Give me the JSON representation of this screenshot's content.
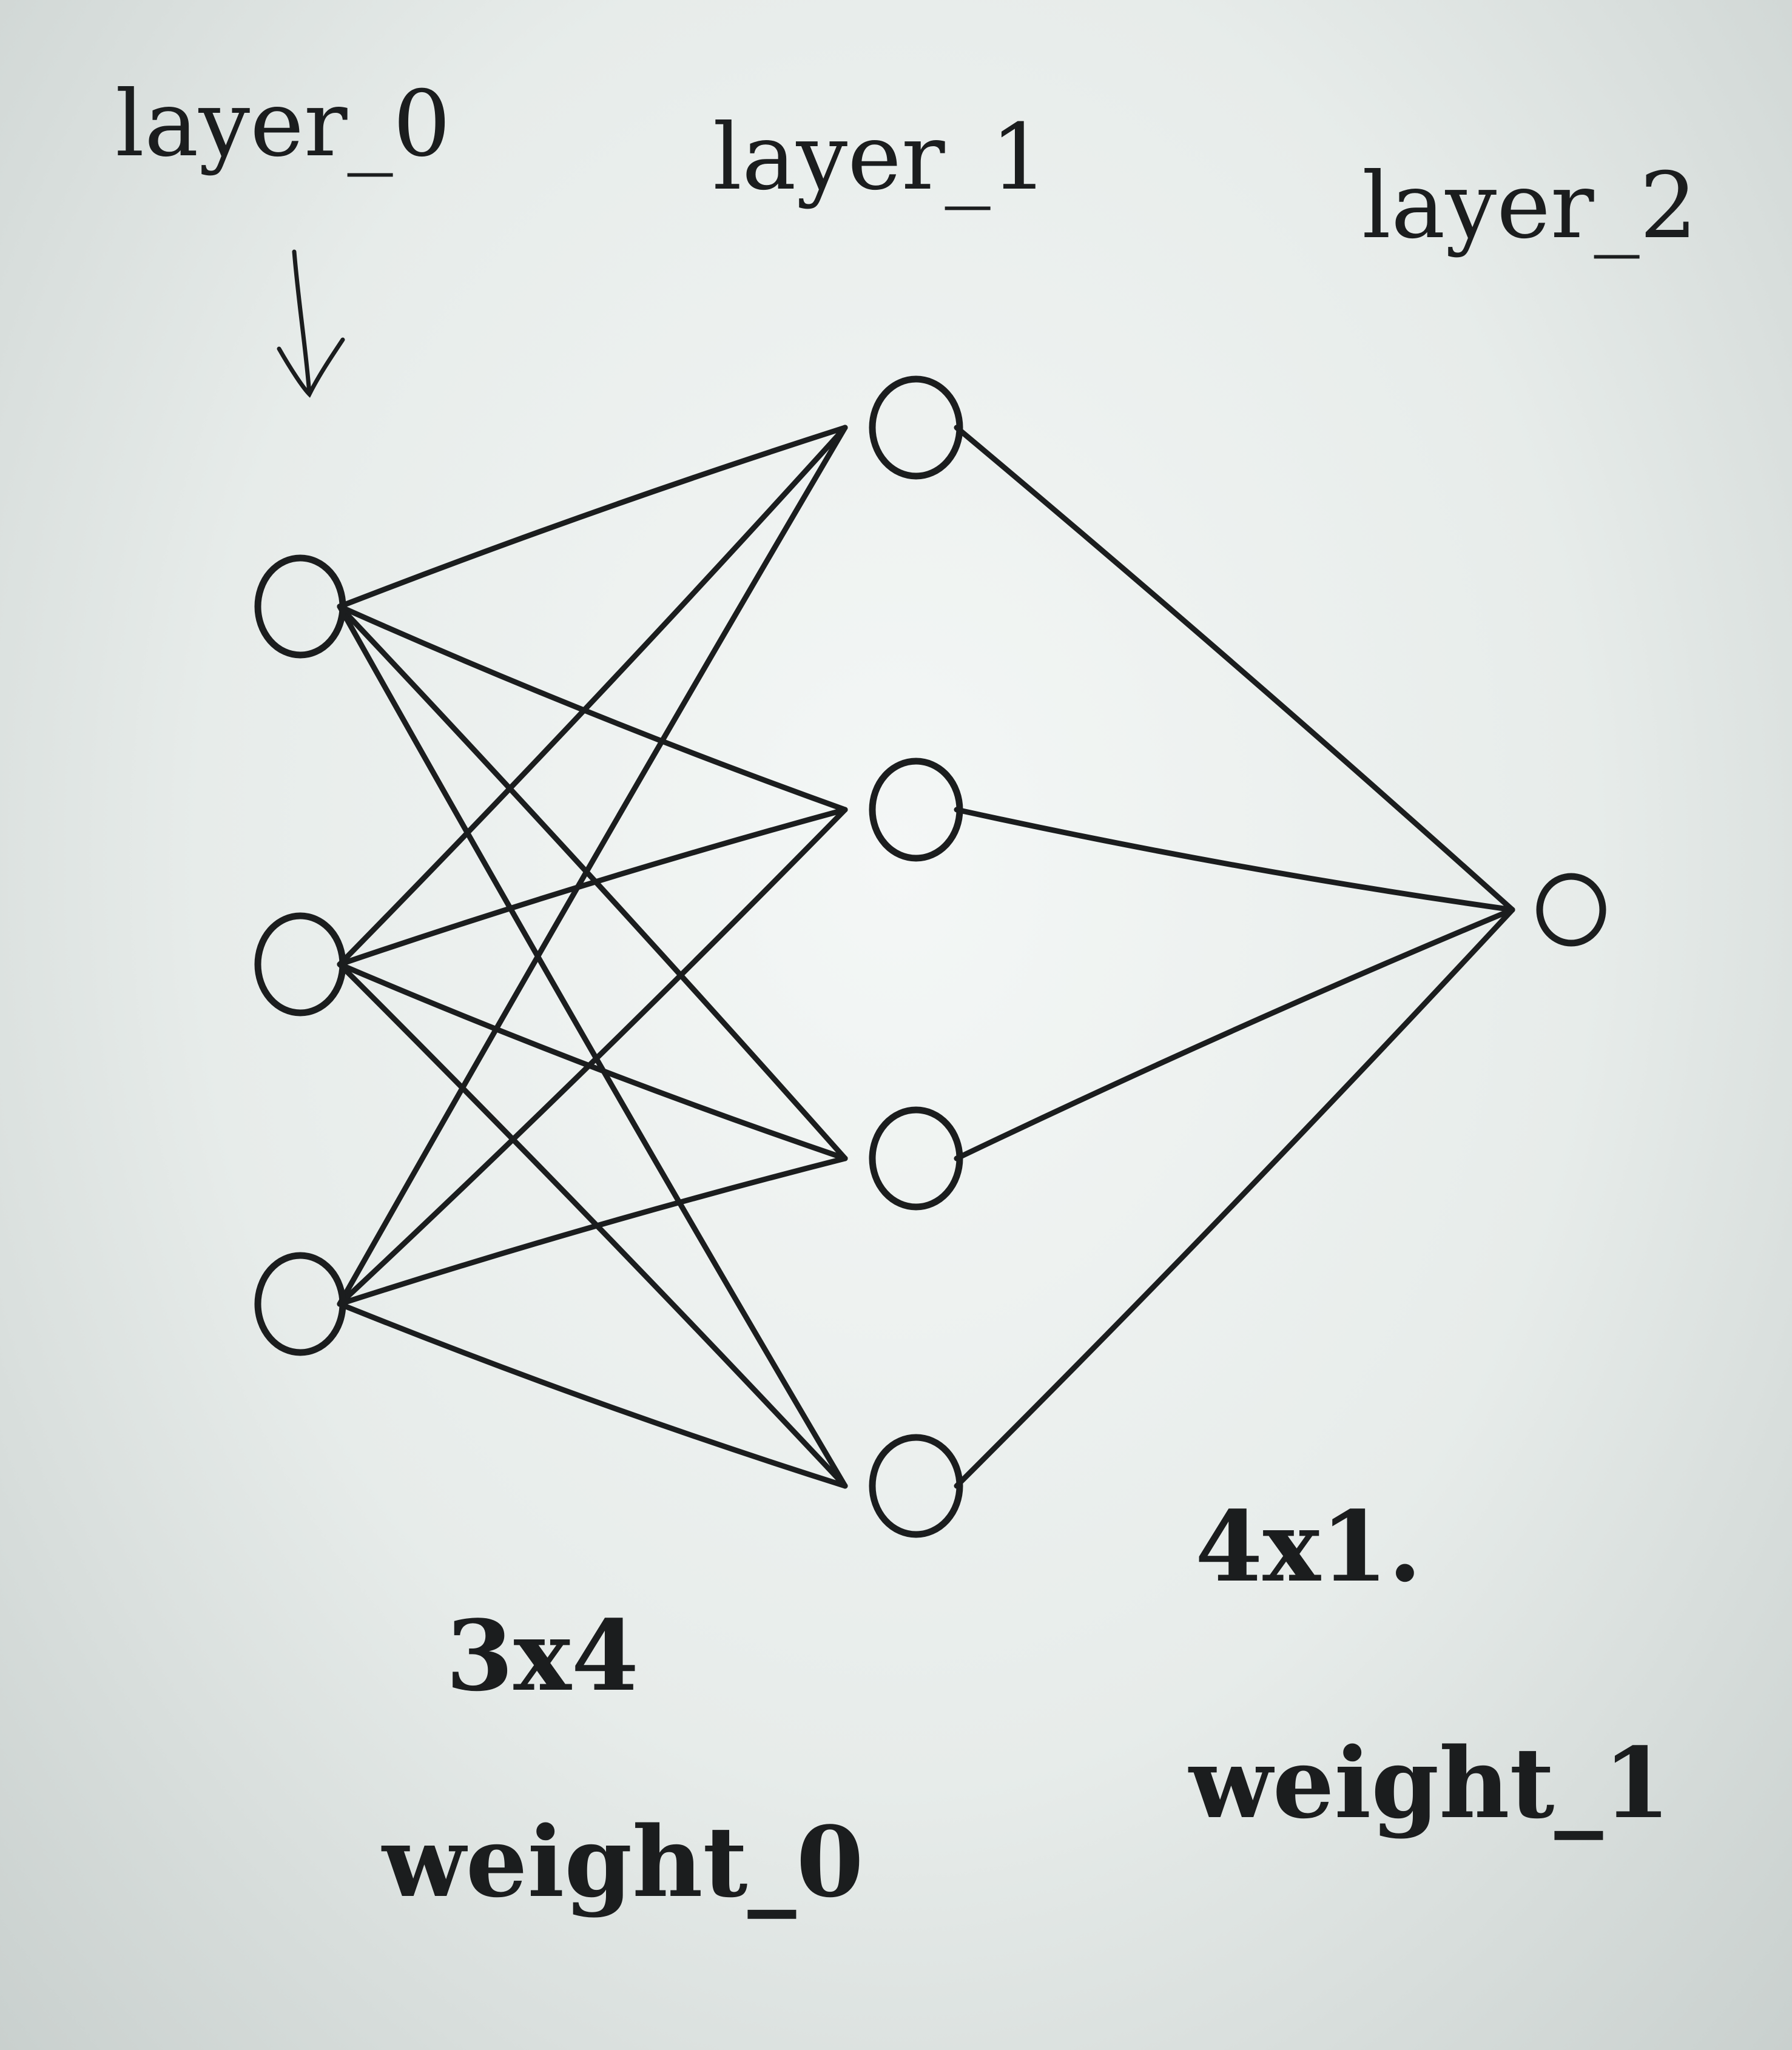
{
  "labels": {
    "layer_0": "layer_0",
    "layer_1": "layer_1",
    "layer_2": "layer_2",
    "shape_0": "3x4",
    "weight_0": "weight_0",
    "shape_1": "4x1.",
    "weight_1": "weight_1"
  },
  "network": {
    "layers": [
      {
        "name": "layer_0",
        "nodes": 3
      },
      {
        "name": "layer_1",
        "nodes": 4
      },
      {
        "name": "layer_2",
        "nodes": 1
      }
    ],
    "weights": [
      {
        "name": "weight_0",
        "shape": "3x4",
        "from": "layer_0",
        "to": "layer_1"
      },
      {
        "name": "weight_1",
        "shape": "4x1",
        "from": "layer_1",
        "to": "layer_2"
      }
    ]
  },
  "colors": {
    "ink": "#1b1d1e",
    "paper": "#eef2f1"
  }
}
